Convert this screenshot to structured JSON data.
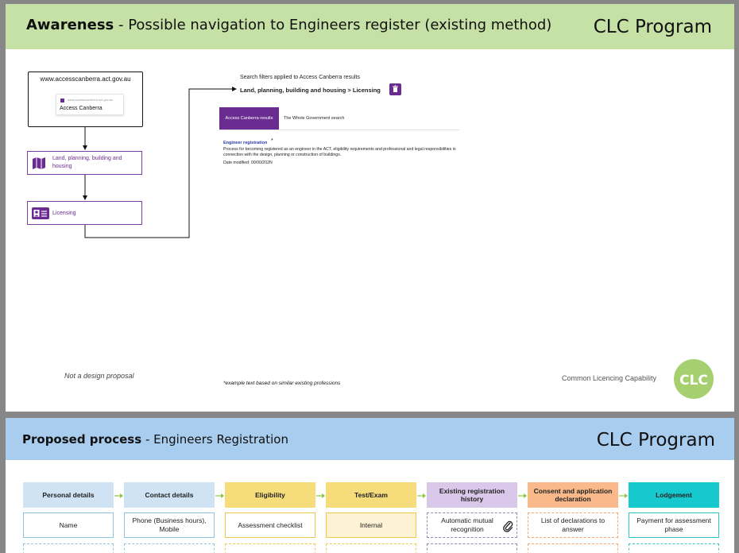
{
  "slide1": {
    "title_bold": "Awareness",
    "title_rest": " - Possible navigation to Engineers register (existing method)",
    "brand": "CLC Program",
    "url_box": {
      "url": "www.accesscanberra.act.gov.au",
      "mini_url": "www.accesscanberra.act.gov.au",
      "site_title": "Access Canberra"
    },
    "flow": {
      "land_label": "Land, planning, building and housing",
      "licensing_label": "Licensing"
    },
    "search": {
      "caption": "Search filters applied to Access Canberra results",
      "path": "Land, planning, building and housing > Licensing",
      "tab_active": "Access Canberra results",
      "tab_other": "The Whole Government search",
      "result_title": "Engineer registration",
      "result_star": "*",
      "result_desc": "Process for becoming registered as an engineer in the ACT, eligibility requirements and professional and legal responsibilities in connection with the design, planning or construction of buildings.",
      "result_date": "Date modified: 00/00/202N"
    },
    "footnote_left": "Not a design proposal",
    "footnote_center": "*example text based on similar existing professions",
    "clc_caption": "Common Licencing Capability",
    "colors": {
      "band": "#c5e1a5",
      "accent": "#6b2c91",
      "logo": "#a6d070"
    },
    "icons": [
      "map-icon",
      "id-card-icon",
      "trash-icon",
      "clc-logo"
    ]
  },
  "slide2": {
    "title_bold": "Proposed process",
    "title_rest": " - Engineers Registration",
    "brand": "CLC Program",
    "columns": [
      {
        "header": "Personal details",
        "cell": "Name",
        "head_color": "#cfe3f4",
        "border": "#8ec3e6",
        "dashed": false
      },
      {
        "header": "Contact details",
        "cell": "Phone (Business hours), Mobile",
        "head_color": "#cfe3f4",
        "border": "#8ec3e6",
        "dashed": false
      },
      {
        "header": "Eligibility",
        "cell": "Assessment checklist",
        "head_color": "#f7dc7c",
        "border": "#f0c94a",
        "dashed": false
      },
      {
        "header": "Test/Exam",
        "cell": "Internal",
        "head_color": "#f7dc7c",
        "border": "#f0c94a",
        "dashed": false,
        "fill": "#fdf3d4"
      },
      {
        "header": "Existing registration history",
        "cell": "Automatic mutual recognition",
        "head_color": "#d9c8ea",
        "border": "#9a86b5",
        "dashed": true
      },
      {
        "header": "Consent and application declaration",
        "cell": "List of declarations to answer",
        "head_color": "#f9b98a",
        "border": "#f5a56d",
        "dashed": true
      },
      {
        "header": "Lodgement",
        "cell": "Payment for assessment phase",
        "head_color": "#15c9cf",
        "border": "#35c6cb",
        "dashed": false
      }
    ],
    "colors": {
      "band": "#a9cdee",
      "arrow": "#8cc63f"
    },
    "icons": [
      "arrow-right-icon",
      "paperclip-icon"
    ]
  }
}
